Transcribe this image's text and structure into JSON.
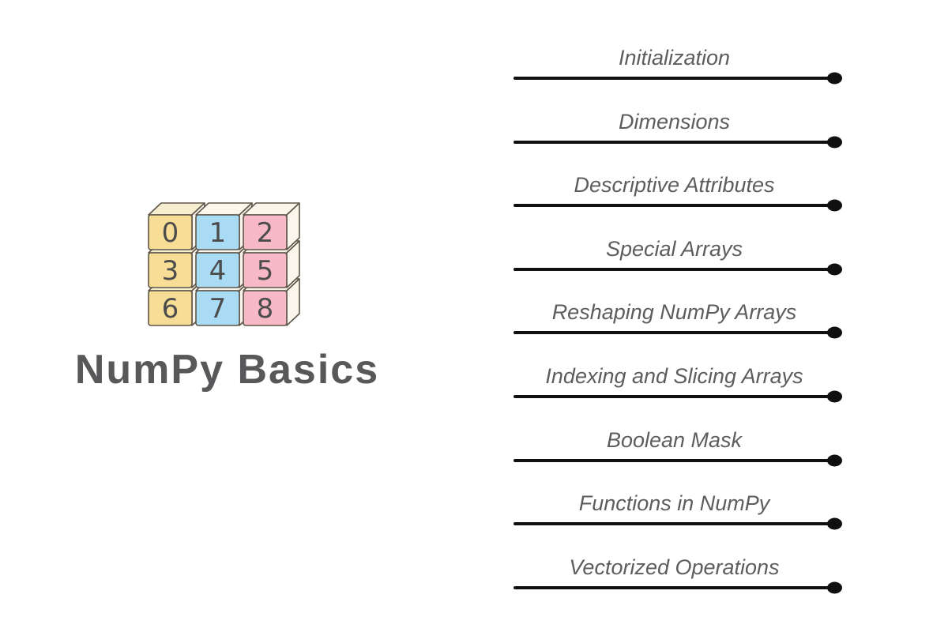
{
  "title": "NumPy Basics",
  "colors": {
    "yellow": "#f7dd95",
    "blue": "#a9dcf4",
    "pink": "#f8b9c7",
    "top_yellow": "#f7eed0",
    "top_blue": "#fbf7ec",
    "top_pink": "#fbf5eb",
    "side_cream": "#fbf6ec",
    "outline": "#5e564a",
    "digit": "#4c4c4c",
    "title_gray": "#58585a",
    "label_gray": "#5d5d5d",
    "line_black": "#101010"
  },
  "cube": {
    "cells": [
      "0",
      "1",
      "2",
      "3",
      "4",
      "5",
      "6",
      "7",
      "8"
    ]
  },
  "topics": [
    "Initialization",
    "Dimensions",
    "Descriptive Attributes",
    "Special Arrays",
    "Reshaping NumPy Arrays",
    "Indexing and Slicing Arrays",
    "Boolean Mask",
    "Functions in NumPy",
    "Vectorized Operations"
  ]
}
